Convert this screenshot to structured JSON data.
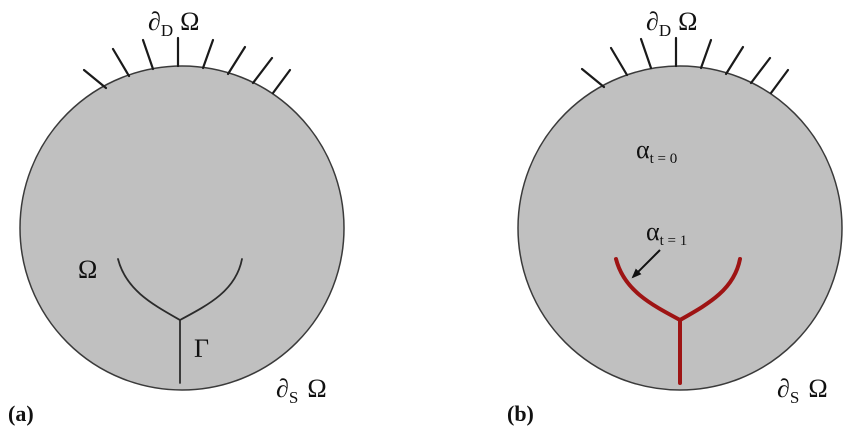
{
  "panels": [
    {
      "tag": "(a)",
      "top_label": {
        "sym": "∂",
        "sub": "D",
        "omega": "Ω"
      },
      "bottom_label": {
        "sym": "∂",
        "sub": "S",
        "omega": "Ω"
      },
      "inner_omega": "Ω",
      "gamma": "Γ",
      "crack_color": "#2b2b2b"
    },
    {
      "tag": "(b)",
      "top_label": {
        "sym": "∂",
        "sub": "D",
        "omega": "Ω"
      },
      "bottom_label": {
        "sym": "∂",
        "sub": "S",
        "omega": "Ω"
      },
      "alpha0": {
        "sym": "α",
        "sub": "t = 0"
      },
      "alpha1": {
        "sym": "α",
        "sub": "t = 1"
      },
      "crack_color": "#9e1414"
    }
  ],
  "colors": {
    "domain_fill": "#c0c0c0",
    "domain_stroke": "#3a3a3a",
    "hatch": "#1a1a1a"
  }
}
